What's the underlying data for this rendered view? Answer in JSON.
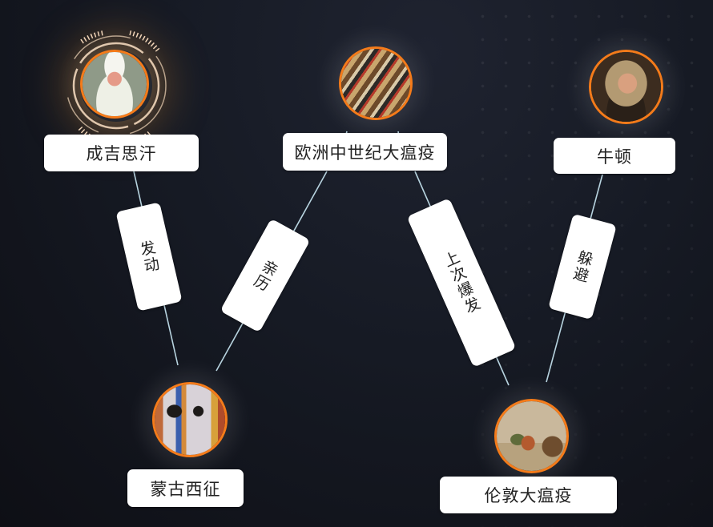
{
  "graph": {
    "theme": {
      "background": "#12151d",
      "node_border": "#f47b1a",
      "edge_color": "#b8d4e0",
      "label_bg": "#ffffff"
    },
    "nodes": [
      {
        "id": "genghis",
        "label": "成吉思汗",
        "image": "genghis-khan-portrait",
        "selected": true
      },
      {
        "id": "black_death",
        "label": "欧洲中世纪大瘟疫",
        "image": "medieval-plague-painting"
      },
      {
        "id": "newton",
        "label": "牛顿",
        "image": "isaac-newton-portrait"
      },
      {
        "id": "mongol_west",
        "label": "蒙古西征",
        "image": "mongol-cavalry-painting"
      },
      {
        "id": "london_plague",
        "label": "伦敦大瘟疫",
        "image": "london-plague-cart-painting"
      }
    ],
    "edges": [
      {
        "from": "genghis",
        "to": "mongol_west",
        "label": "发动"
      },
      {
        "from": "black_death",
        "to": "mongol_west",
        "label": "亲历"
      },
      {
        "from": "black_death",
        "to": "london_plague",
        "label": "上次爆发"
      },
      {
        "from": "newton",
        "to": "london_plague",
        "label": "躲避"
      }
    ]
  }
}
